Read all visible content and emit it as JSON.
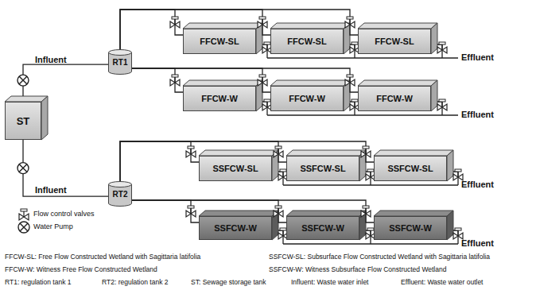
{
  "diagram": {
    "nodes": [
      {
        "text": [
          "ST"
        ]
      },
      {
        "text": [
          "RT1"
        ]
      },
      {
        "text": [
          "RT2"
        ]
      },
      {
        "text": [
          "FFCW-SL"
        ]
      },
      {
        "text": [
          "FFCW-SL"
        ]
      },
      {
        "text": [
          "FFCW-SL"
        ]
      },
      {
        "text": [
          "FFCW-W"
        ]
      },
      {
        "text": [
          "FFCW-W"
        ]
      },
      {
        "text": [
          "FFCW-W"
        ]
      },
      {
        "text": [
          "SSFCW-SL"
        ]
      },
      {
        "text": [
          "SSFCW-SL"
        ]
      },
      {
        "text": [
          "SSFCW-SL"
        ]
      },
      {
        "text": [
          "SSFCW-W"
        ]
      },
      {
        "text": [
          "SSFCW-W"
        ]
      },
      {
        "text": [
          "SSFCW-W"
        ]
      }
    ],
    "edges": [
      {
        "from": 0,
        "to": 1,
        "arrow": "none"
      },
      {
        "from": 0,
        "to": 2,
        "arrow": "none"
      },
      {
        "from": 1,
        "to": 3,
        "arrow": "none"
      },
      {
        "from": 1,
        "to": 4,
        "arrow": "none"
      },
      {
        "from": 1,
        "to": 5,
        "arrow": "none"
      },
      {
        "from": 1,
        "to": 6,
        "arrow": "none"
      },
      {
        "from": 1,
        "to": 7,
        "arrow": "none"
      },
      {
        "from": 1,
        "to": 8,
        "arrow": "none"
      },
      {
        "from": 2,
        "to": 9,
        "arrow": "none"
      },
      {
        "from": 2,
        "to": 10,
        "arrow": "none"
      },
      {
        "from": 2,
        "to": 11,
        "arrow": "none"
      },
      {
        "from": 2,
        "to": 12,
        "arrow": "none"
      },
      {
        "from": 2,
        "to": 13,
        "arrow": "none"
      },
      {
        "from": 2,
        "to": 14,
        "arrow": "none"
      }
    ],
    "labels": [
      "Influent",
      "Influent",
      "Effluent",
      "Effluent",
      "Effluent",
      "Effluent",
      "FFCW-SL: Free Flow Constructed Wetland with Sagittaria latifolia",
      "SSFCW-SL: Subsurface Flow Constructed Wetland with Sagittaria latifolia",
      "FFCW-W: Witness Free Flow Constructed Wetland",
      "SSFCW-W: Witness Subsurface Flow Constructed Wetland",
      "RT1: regulation tank 1",
      "RT2: regulation tank 2",
      "ST: Sewage storage tank",
      "Influent: Waste water inlet",
      "Effluent: Waste water outlet"
    ],
    "legend": [
      {
        "text": "Flow control valves"
      },
      {
        "text": "Water Pump"
      }
    ]
  }
}
